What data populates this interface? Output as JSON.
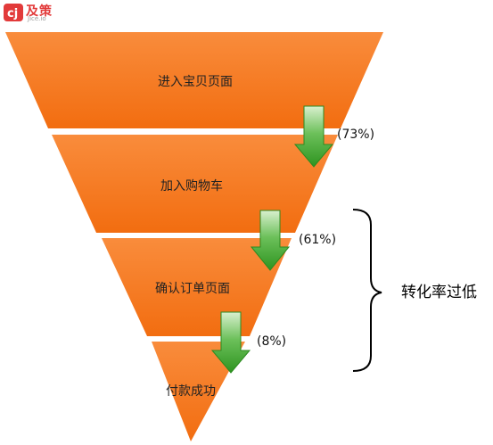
{
  "logo": {
    "brand": "及策",
    "sub": "Jice.io",
    "color": "#e23a3a"
  },
  "colors": {
    "funnel_fill": "#f5791c",
    "funnel_highlight": "#fb9a4c",
    "arrow_fill": "#3fa62f",
    "bracket": "#000000"
  },
  "stages": [
    {
      "label": "进入宝贝页面"
    },
    {
      "label": "加入购物车"
    },
    {
      "label": "确认订单页面"
    },
    {
      "label": "付款成功"
    }
  ],
  "conversions": [
    {
      "label": "(73%)",
      "value": 73
    },
    {
      "label": "(61%)",
      "value": 61
    },
    {
      "label": "(8%)",
      "value": 8
    }
  ],
  "note": {
    "label": "转化率过低"
  }
}
